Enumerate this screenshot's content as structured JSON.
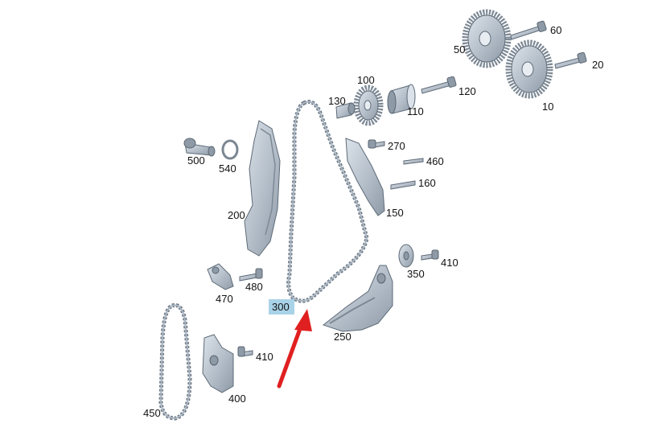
{
  "labels": {
    "p10": "10",
    "p20": "20",
    "p50": "50",
    "p60": "60",
    "p100": "100",
    "p110": "110",
    "p120": "120",
    "p130": "130",
    "p150": "150",
    "p160": "160",
    "p200": "200",
    "p250": "250",
    "p270": "270",
    "p300": "300",
    "p350": "350",
    "p400": "400",
    "p410a": "410",
    "p410b": "410",
    "p450": "450",
    "p460": "460",
    "p470": "470",
    "p480": "480",
    "p500": "500",
    "p540": "540"
  },
  "colors": {
    "part_fill": "#b9c3cd",
    "highlight": "#a9d3e8",
    "arrow": "#e02020"
  },
  "highlighted_part": "300"
}
